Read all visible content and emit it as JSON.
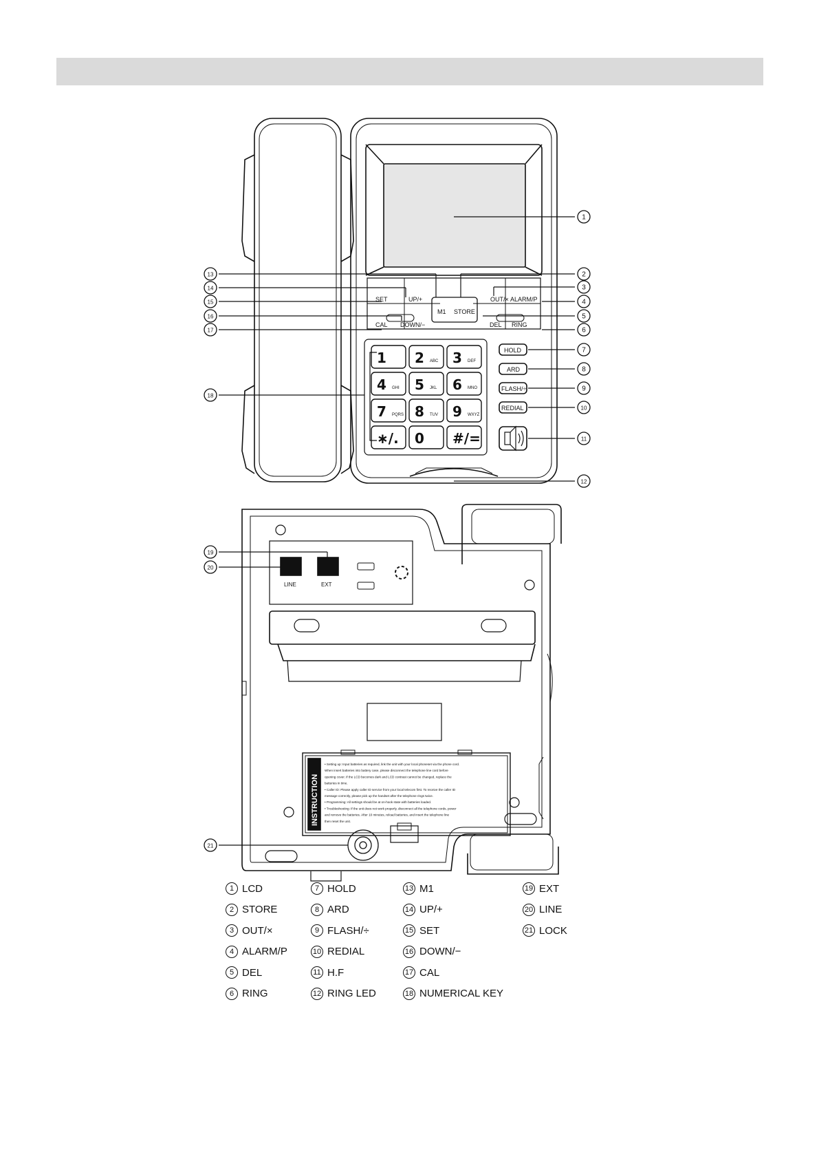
{
  "header": {
    "bar_color": "#dadada"
  },
  "front_labels": {
    "set": "SET",
    "up": "UP/+",
    "out": "OUT/×",
    "alarm": "ALARM/P",
    "m1": "M1",
    "store": "STORE",
    "cal": "CAL",
    "down": "DOWN/−",
    "del": "DEL",
    "ring": "RING",
    "hold": "HOLD",
    "ard": "ARD",
    "flash": "FLASH/÷",
    "redial": "REDIAL"
  },
  "keypad": [
    {
      "digit": "1",
      "letters": ""
    },
    {
      "digit": "2",
      "letters": "ABC"
    },
    {
      "digit": "3",
      "letters": "DEF"
    },
    {
      "digit": "4",
      "letters": "GHI"
    },
    {
      "digit": "5",
      "letters": "JKL"
    },
    {
      "digit": "6",
      "letters": "MNO"
    },
    {
      "digit": "7",
      "letters": "PQRS"
    },
    {
      "digit": "8",
      "letters": "TUV"
    },
    {
      "digit": "9",
      "letters": "WXYZ"
    },
    {
      "digit": "∗/.",
      "letters": ""
    },
    {
      "digit": "0",
      "letters": ""
    },
    {
      "digit": "#/=",
      "letters": ""
    }
  ],
  "callouts": [
    "1",
    "2",
    "3",
    "4",
    "5",
    "6",
    "7",
    "8",
    "9",
    "10",
    "11",
    "12",
    "13",
    "14",
    "15",
    "16",
    "17",
    "18",
    "19",
    "20",
    "21"
  ],
  "back_labels": {
    "line": "LINE",
    "ext": "EXT",
    "instruction": "INSTRUCTION"
  },
  "instruction_lines": [
    "• Setting up: Input batteries as required, link the unit with your local phoneset via the phone cord.",
    "When insert batteries into battery case, please disconnect the telephone line cord before",
    "opening cover. If the LCD becomes dark and LCD contrast cannot be changed, replace the",
    "batteries in time.",
    "• Caller ID: Please apply caller ID service from your local telecom first. To receive the caller ID",
    "message correctly, please pick up the handset after the telephone rings twice.",
    "• Programming: All settings should be at on-hook state with batteries loaded.",
    "• Troubleshooting: If the unit does not work properly, disconnect all the telephone cords, power",
    "and remove the batteries. After 10 minutes, reload batteries, and insert the telephone line",
    "then reset the unit."
  ],
  "legend": [
    {
      "num": "1",
      "label": "LCD"
    },
    {
      "num": "2",
      "label": "STORE"
    },
    {
      "num": "3",
      "label": "OUT/×"
    },
    {
      "num": "4",
      "label": "ALARM/P"
    },
    {
      "num": "5",
      "label": "DEL"
    },
    {
      "num": "6",
      "label": "RING"
    },
    {
      "num": "7",
      "label": "HOLD"
    },
    {
      "num": "8",
      "label": "ARD"
    },
    {
      "num": "9",
      "label": "FLASH/÷"
    },
    {
      "num": "10",
      "label": "REDIAL"
    },
    {
      "num": "11",
      "label": "H.F"
    },
    {
      "num": "12",
      "label": "RING LED"
    },
    {
      "num": "13",
      "label": "M1"
    },
    {
      "num": "14",
      "label": "UP/+"
    },
    {
      "num": "15",
      "label": "SET"
    },
    {
      "num": "16",
      "label": "DOWN/−"
    },
    {
      "num": "17",
      "label": "CAL"
    },
    {
      "num": "18",
      "label": "NUMERICAL KEY"
    },
    {
      "num": "19",
      "label": "EXT"
    },
    {
      "num": "20",
      "label": "LINE"
    },
    {
      "num": "21",
      "label": "LOCK"
    }
  ]
}
